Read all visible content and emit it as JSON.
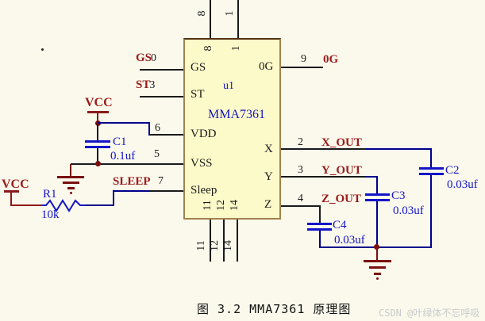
{
  "colors": {
    "background": "#FAF9EC",
    "chip_fill": "#FDFACA",
    "chip_border": "#A1824E",
    "wire_black": "#1A1A1A",
    "wire_blue": "#00008B",
    "component_blue": "#1414C8",
    "net_label_maroon": "#9B1B1B",
    "ground_maroon": "#7A1010",
    "watermark_gray": "#CBCBCB"
  },
  "chip": {
    "ref": "u1",
    "part": "MMA7361",
    "pins": {
      "gs": {
        "name": "GS",
        "net": "GS",
        "number_visible": "0"
      },
      "st": {
        "name": "ST",
        "net": "ST",
        "number_visible": "3"
      },
      "vdd": {
        "name": "VDD",
        "number": "6"
      },
      "vss": {
        "name": "VSS",
        "number": "5"
      },
      "sleep": {
        "name": "Sleep",
        "net": "SLEEP",
        "number": "7"
      },
      "zerog": {
        "name": "0G",
        "number": "9",
        "net": "0G"
      },
      "x": {
        "name": "X",
        "number": "2",
        "net": "X_OUT"
      },
      "y": {
        "name": "Y",
        "number": "3",
        "net": "Y_OUT"
      },
      "z": {
        "name": "Z",
        "number": "4",
        "net": "Z_OUT"
      },
      "top1": {
        "number": "8"
      },
      "top2": {
        "number": "1"
      },
      "bot1": {
        "number": "11"
      },
      "bot2": {
        "number": "12"
      },
      "bot3": {
        "number": "14"
      }
    }
  },
  "components": {
    "c1": {
      "ref": "C1",
      "value": "0.1uf"
    },
    "c2": {
      "ref": "C2",
      "value": "0.03uf"
    },
    "c3": {
      "ref": "C3",
      "value": "0.03uf"
    },
    "c4": {
      "ref": "C4",
      "value": "0.03uf"
    },
    "r1": {
      "ref": "R1",
      "value": "10k"
    }
  },
  "power": {
    "vcc_top": "VCC",
    "vcc_left": "VCC"
  },
  "caption": "图 3.2 MMA7361 原理图",
  "watermark": "CSDN @叶绿体不忘呼吸"
}
